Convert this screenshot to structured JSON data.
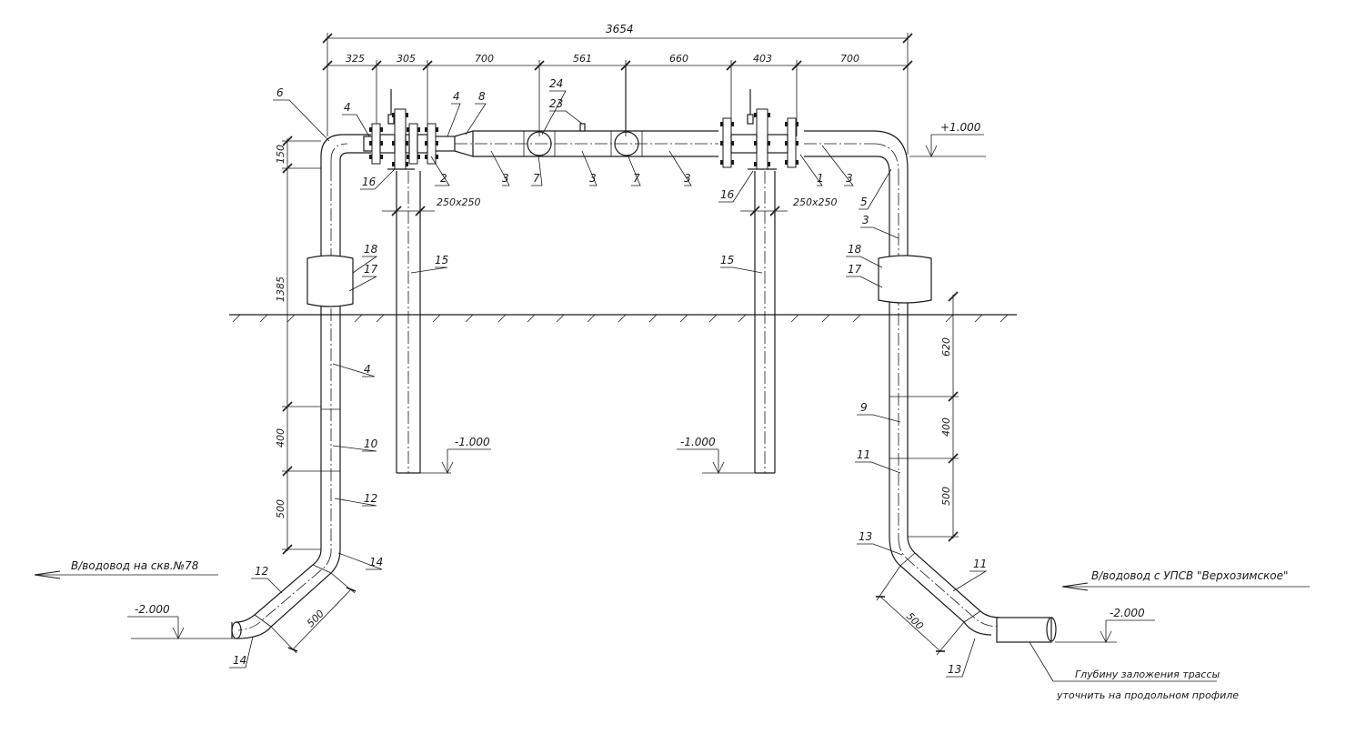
{
  "dims": {
    "overall": "3654",
    "seg_325": "325",
    "seg_305": "305",
    "seg_700a": "700",
    "seg_561": "561",
    "seg_660": "660",
    "seg_403": "403",
    "seg_700b": "700",
    "left_150": "150",
    "left_1385": "1385",
    "left_400": "400",
    "left_500": "500",
    "right_620": "620",
    "right_400": "400",
    "right_500": "500",
    "diag_left_500": "500",
    "diag_right_500": "500",
    "plate_left": "250x250",
    "plate_right": "250x250"
  },
  "levels": {
    "top": "+1.000",
    "support_left": "-1.000",
    "support_right": "-1.000",
    "bottom_left": "-2.000",
    "bottom_right": "-2.000"
  },
  "callouts": {
    "c6": "6",
    "c4a": "4",
    "c4b": "4",
    "c8": "8",
    "c24": "24",
    "c23": "23",
    "c16a": "16",
    "c2": "2",
    "c3a": "3",
    "c7a": "7",
    "c3b": "3",
    "c7b": "7",
    "c3c": "3",
    "c16b": "16",
    "c1": "1",
    "c3d": "3",
    "c5": "5",
    "c3e": "3",
    "c18a": "18",
    "c17a": "17",
    "c15a": "15",
    "c15b": "15",
    "c18b": "18",
    "c17b": "17",
    "c4c": "4",
    "c10": "10",
    "c12a": "12",
    "c12b": "12",
    "c14a": "14",
    "c14b": "14",
    "c9": "9",
    "c11a": "11",
    "c11b": "11",
    "c13a": "13",
    "c13b": "13"
  },
  "labels": {
    "left_direction": "В/водовод на скв.№78",
    "right_direction": "В/водовод с УПСВ \"Верхозимское\"",
    "note_line1": "Глубину заложения трассы",
    "note_line2": "уточнить на продольном профиле"
  }
}
